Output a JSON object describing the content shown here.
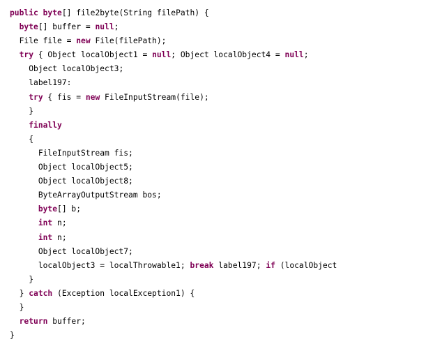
{
  "colors": {
    "background": "#ffffff",
    "keyword": "#7f0055",
    "text": "#000000"
  },
  "code": {
    "lines": [
      {
        "indent": 0,
        "tokens": [
          {
            "k": 1,
            "t": "public"
          },
          {
            "k": 0,
            "t": " "
          },
          {
            "k": 1,
            "t": "byte"
          },
          {
            "k": 0,
            "t": "[] file2byte(String filePath) {"
          }
        ]
      },
      {
        "indent": 1,
        "tokens": [
          {
            "k": 1,
            "t": "byte"
          },
          {
            "k": 0,
            "t": "[] buffer = "
          },
          {
            "k": 1,
            "t": "null"
          },
          {
            "k": 0,
            "t": ";"
          }
        ]
      },
      {
        "indent": 1,
        "tokens": [
          {
            "k": 0,
            "t": "File file = "
          },
          {
            "k": 1,
            "t": "new"
          },
          {
            "k": 0,
            "t": " File(filePath);"
          }
        ]
      },
      {
        "indent": 1,
        "tokens": [
          {
            "k": 1,
            "t": "try"
          },
          {
            "k": 0,
            "t": " { Object localObject1 = "
          },
          {
            "k": 1,
            "t": "null"
          },
          {
            "k": 0,
            "t": "; Object localObject4 = "
          },
          {
            "k": 1,
            "t": "null"
          },
          {
            "k": 0,
            "t": ";"
          }
        ]
      },
      {
        "indent": 2,
        "tokens": [
          {
            "k": 0,
            "t": "Object localObject3;"
          }
        ]
      },
      {
        "indent": 2,
        "tokens": [
          {
            "k": 0,
            "t": "label197:"
          }
        ]
      },
      {
        "indent": 2,
        "tokens": [
          {
            "k": 1,
            "t": "try"
          },
          {
            "k": 0,
            "t": " { fis = "
          },
          {
            "k": 1,
            "t": "new"
          },
          {
            "k": 0,
            "t": " FileInputStream(file);"
          }
        ]
      },
      {
        "indent": 2,
        "tokens": [
          {
            "k": 0,
            "t": "}"
          }
        ]
      },
      {
        "indent": 2,
        "tokens": [
          {
            "k": 1,
            "t": "finally"
          }
        ]
      },
      {
        "indent": 2,
        "tokens": [
          {
            "k": 0,
            "t": "{"
          }
        ]
      },
      {
        "indent": 3,
        "tokens": [
          {
            "k": 0,
            "t": "FileInputStream fis;"
          }
        ]
      },
      {
        "indent": 3,
        "tokens": [
          {
            "k": 0,
            "t": "Object localObject5;"
          }
        ]
      },
      {
        "indent": 3,
        "tokens": [
          {
            "k": 0,
            "t": "Object localObject8;"
          }
        ]
      },
      {
        "indent": 3,
        "tokens": [
          {
            "k": 0,
            "t": "ByteArrayOutputStream bos;"
          }
        ]
      },
      {
        "indent": 3,
        "tokens": [
          {
            "k": 1,
            "t": "byte"
          },
          {
            "k": 0,
            "t": "[] b;"
          }
        ]
      },
      {
        "indent": 3,
        "tokens": [
          {
            "k": 1,
            "t": "int"
          },
          {
            "k": 0,
            "t": " n;"
          }
        ]
      },
      {
        "indent": 3,
        "tokens": [
          {
            "k": 1,
            "t": "int"
          },
          {
            "k": 0,
            "t": " n;"
          }
        ]
      },
      {
        "indent": 3,
        "tokens": [
          {
            "k": 0,
            "t": "Object localObject7;"
          }
        ]
      },
      {
        "indent": 3,
        "tokens": [
          {
            "k": 0,
            "t": "localObject3 = localThrowable1; "
          },
          {
            "k": 1,
            "t": "break"
          },
          {
            "k": 0,
            "t": " label197; "
          },
          {
            "k": 1,
            "t": "if"
          },
          {
            "k": 0,
            "t": " (localObject"
          }
        ]
      },
      {
        "indent": 2,
        "tokens": [
          {
            "k": 0,
            "t": "}"
          }
        ]
      },
      {
        "indent": 1,
        "tokens": [
          {
            "k": 0,
            "t": "} "
          },
          {
            "k": 1,
            "t": "catch"
          },
          {
            "k": 0,
            "t": " (Exception localException1) {"
          }
        ]
      },
      {
        "indent": 1,
        "tokens": [
          {
            "k": 0,
            "t": "}"
          }
        ]
      },
      {
        "indent": 1,
        "tokens": [
          {
            "k": 1,
            "t": "return"
          },
          {
            "k": 0,
            "t": " buffer;"
          }
        ]
      },
      {
        "indent": 0,
        "tokens": [
          {
            "k": 0,
            "t": "}"
          }
        ]
      }
    ]
  }
}
